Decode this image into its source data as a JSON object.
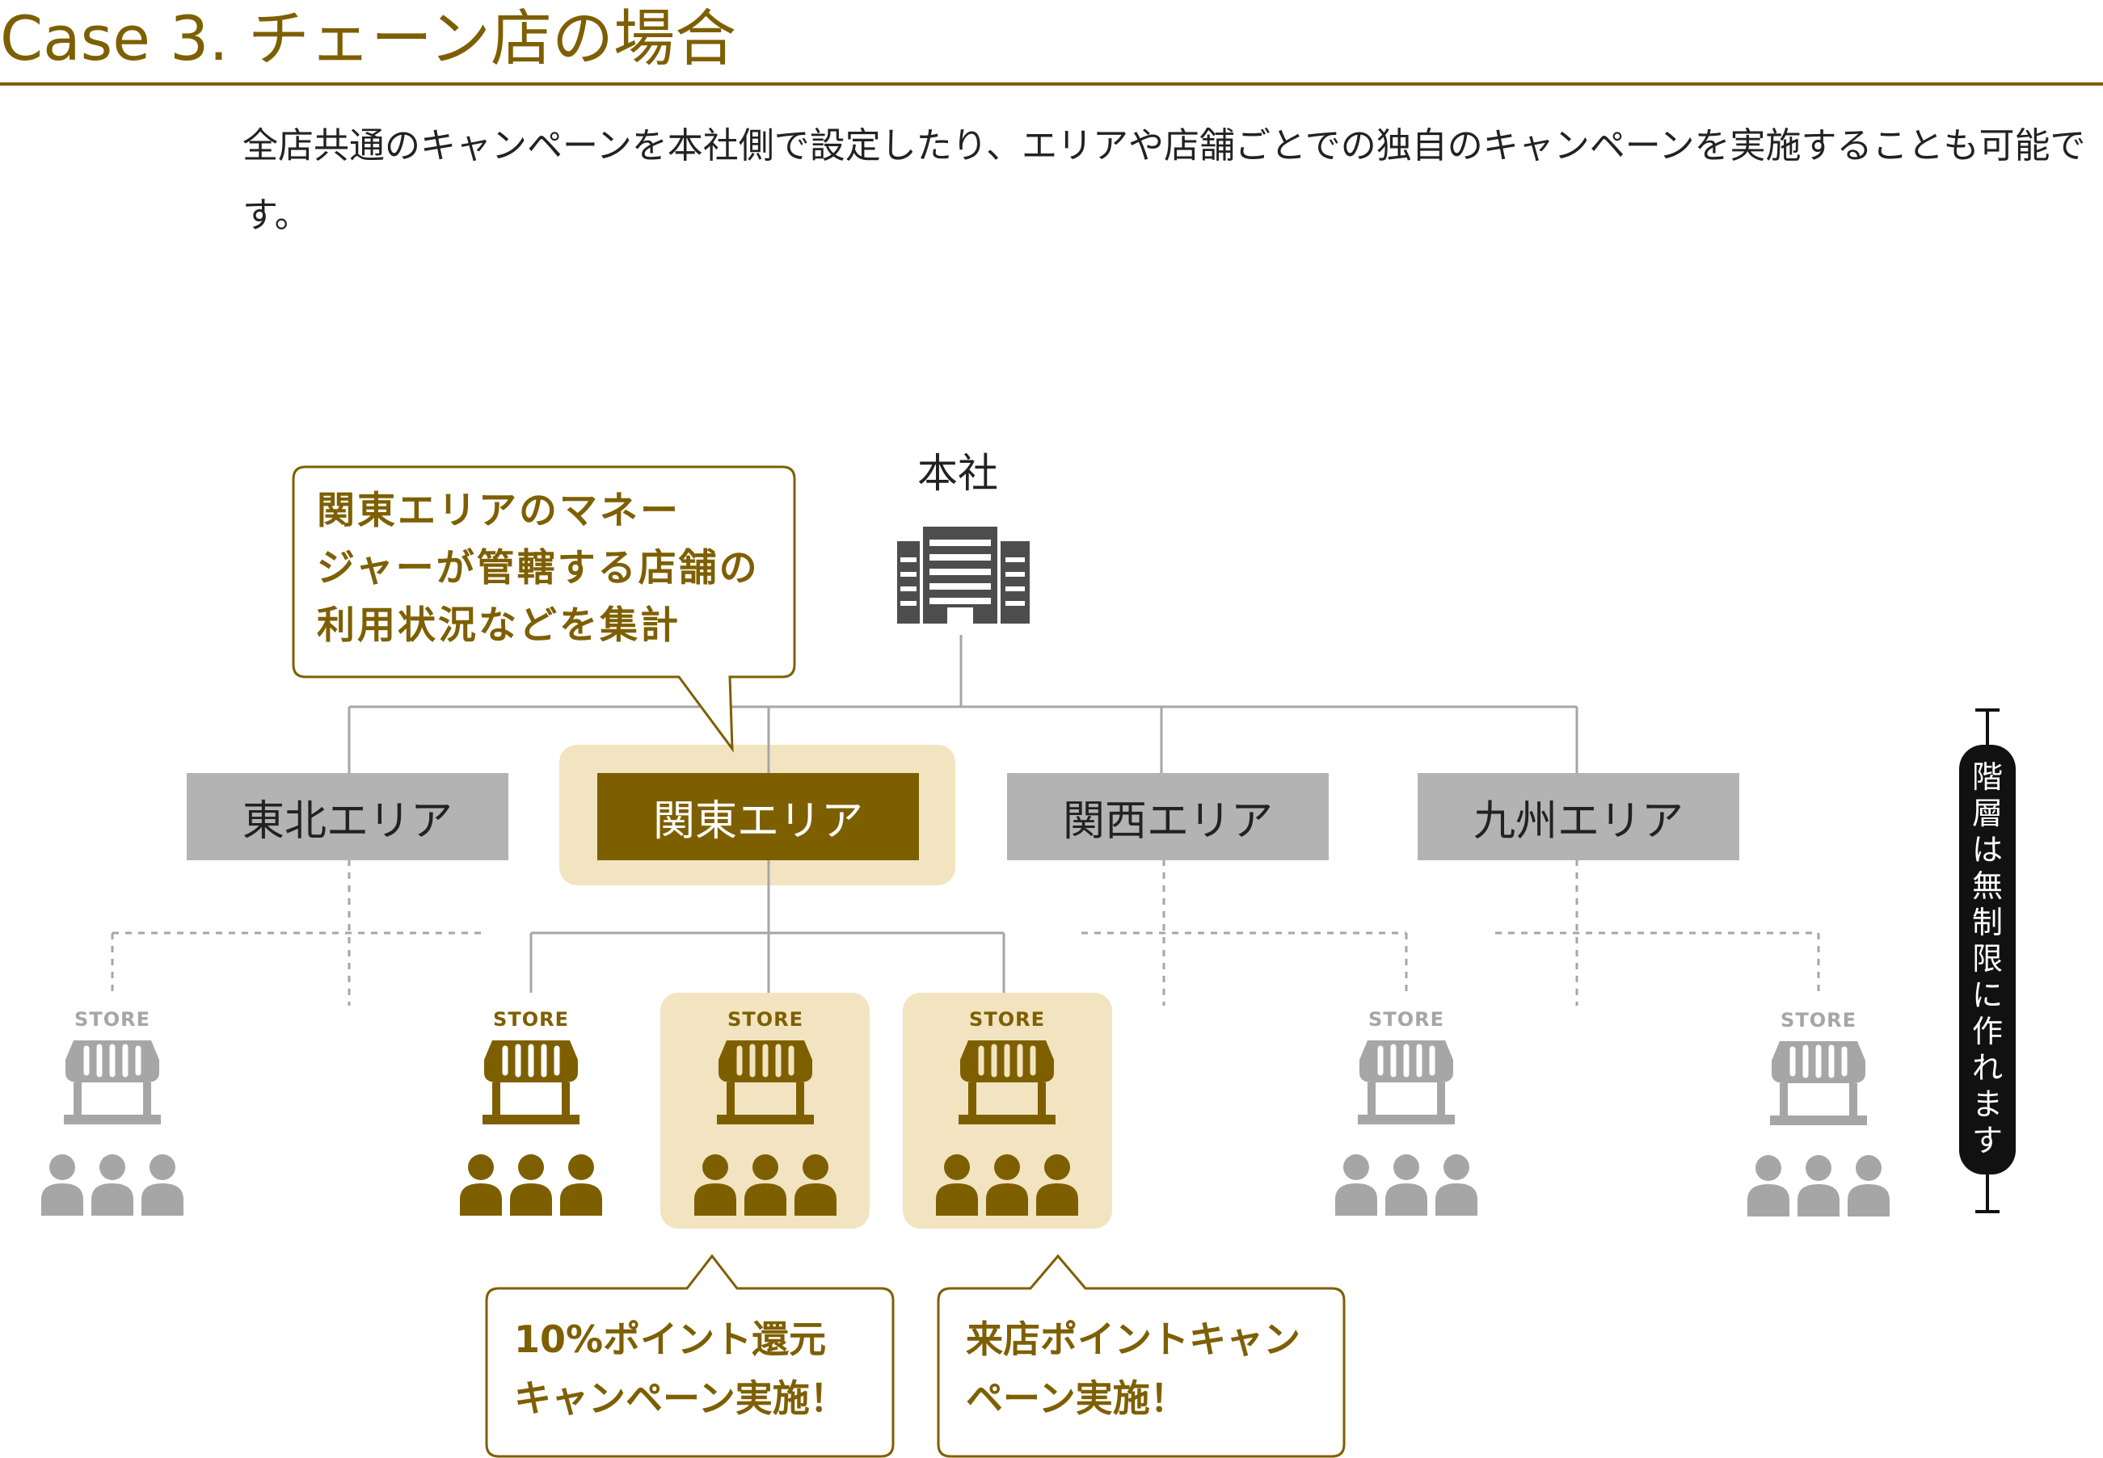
{
  "header": {
    "title": "Case 3.  チェーン店の場合"
  },
  "intro": {
    "text": "全店共通のキャンペーンを本社側で設定したり、エリアや店舗ごとでの独自のキャンペーンを実施することも可能です。"
  },
  "colors": {
    "accent": "#7e5f00",
    "highlight": "#f2e4c0",
    "inactive": "#a6a6a6",
    "area_inactive": "#b3b3b3",
    "badge": "#111111"
  },
  "hq": {
    "label": "本社",
    "icon": "office-building-icon"
  },
  "areas": [
    {
      "label": "東北エリア",
      "active": false
    },
    {
      "label": "関東エリア",
      "active": true
    },
    {
      "label": "関西エリア",
      "active": false
    },
    {
      "label": "九州エリア",
      "active": false
    }
  ],
  "callouts": {
    "manager": "関東エリアのマネー\nジャーが管轄する店舗の\n利用状況などを集計",
    "store_campaign_1": "10%ポイント還元\nキャンペーン実施！",
    "store_campaign_2": "来店ポイントキャン\nペーン実施！"
  },
  "stores": [
    {
      "label": "STORE",
      "state": "inactive",
      "icon": "storefront-icon",
      "group_icon": "users-group-icon"
    },
    {
      "label": "STORE",
      "state": "active",
      "icon": "storefront-icon",
      "group_icon": "users-group-icon"
    },
    {
      "label": "STORE",
      "state": "highlighted",
      "icon": "storefront-icon",
      "group_icon": "users-group-icon"
    },
    {
      "label": "STORE",
      "state": "highlighted",
      "icon": "storefront-icon",
      "group_icon": "users-group-icon"
    },
    {
      "label": "STORE",
      "state": "inactive",
      "icon": "storefront-icon",
      "group_icon": "users-group-icon"
    },
    {
      "label": "STORE",
      "state": "inactive",
      "icon": "storefront-icon",
      "group_icon": "users-group-icon"
    }
  ],
  "hierarchy_note": {
    "text": "階\n層\nは\n無\n制\n限\nに\n作\nれ\nま\nす"
  }
}
